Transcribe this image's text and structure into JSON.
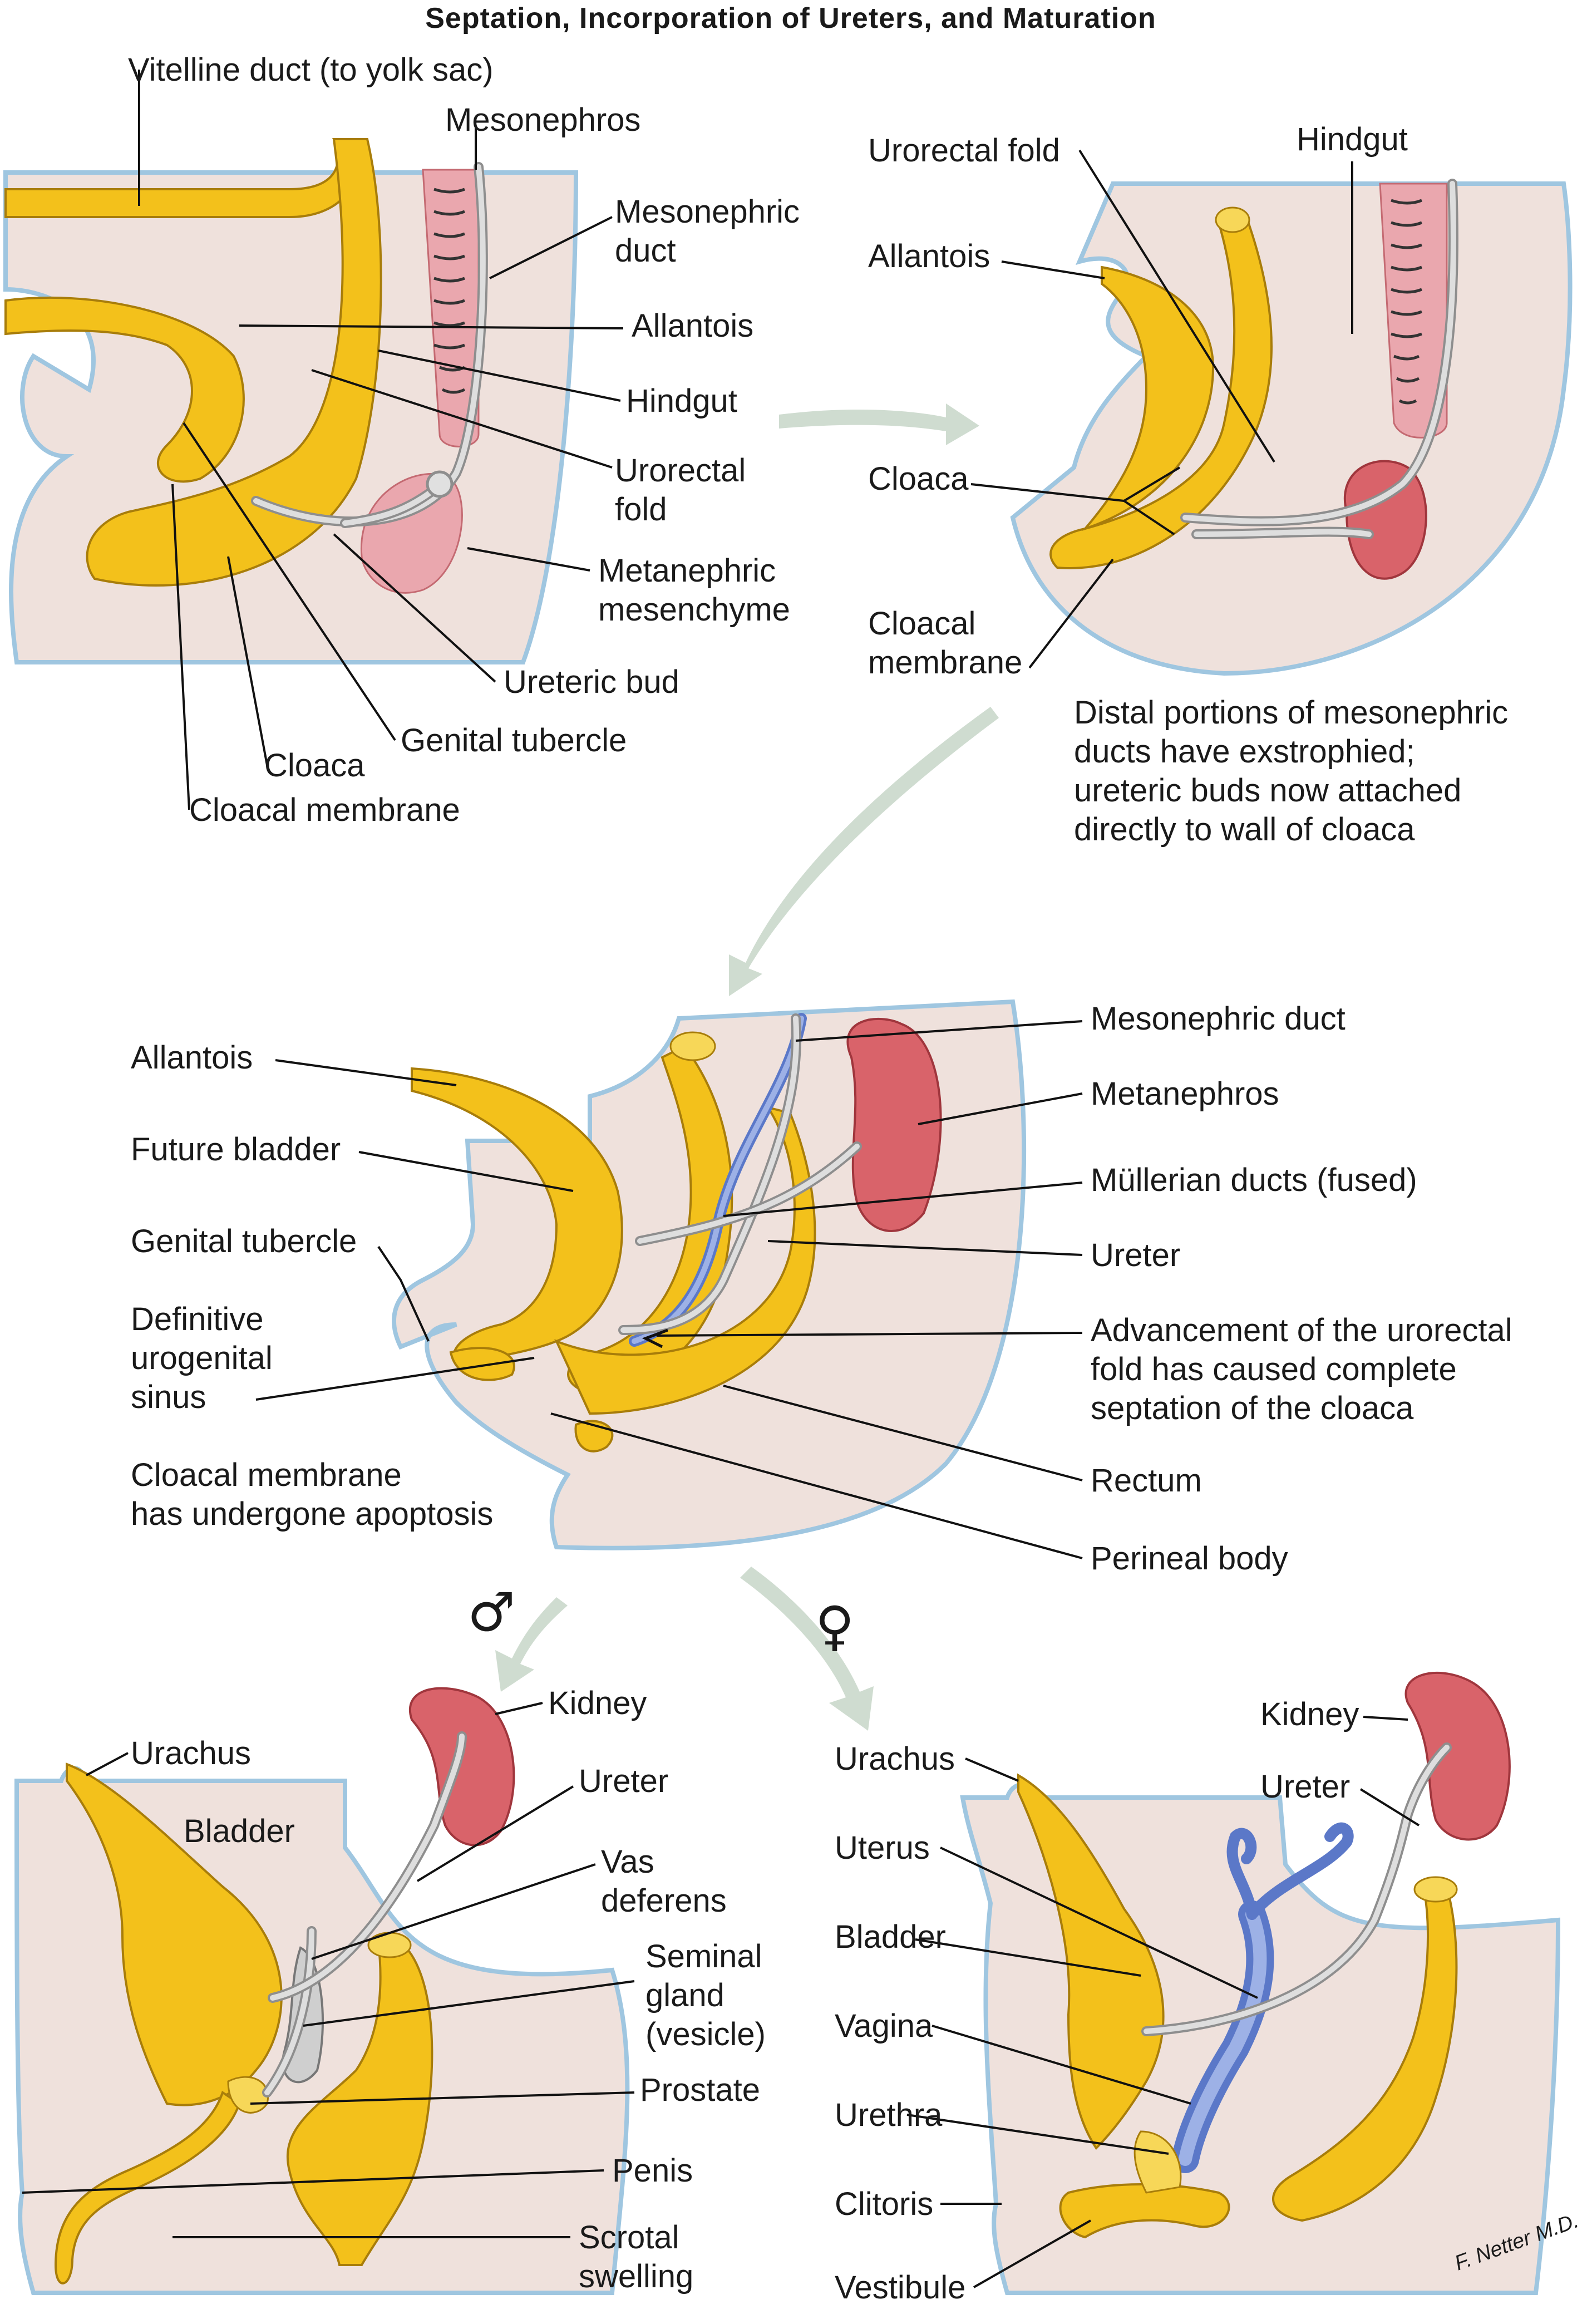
{
  "title": "Septation, Incorporation of Ureters, and Maturation",
  "panel_top_left": {
    "labels": {
      "vitelline_duct": "Vitelline duct (to yolk sac)",
      "mesonephros": "Mesonephros",
      "mesonephric_duct_1": "Mesonephric",
      "mesonephric_duct_2": "duct",
      "allantois": "Allantois",
      "hindgut": "Hindgut",
      "urorectal_fold_1": "Urorectal",
      "urorectal_fold_2": "fold",
      "metanephric_mesenchyme_1": "Metanephric",
      "metanephric_mesenchyme_2": "mesenchyme",
      "ureteric_bud": "Ureteric bud",
      "genital_tubercle": "Genital tubercle",
      "cloaca": "Cloaca",
      "cloacal_membrane": "Cloacal membrane"
    }
  },
  "panel_top_right": {
    "labels": {
      "urorectal_fold": "Urorectal fold",
      "hindgut": "Hindgut",
      "allantois": "Allantois",
      "cloaca": "Cloaca",
      "cloacal_membrane_1": "Cloacal",
      "cloacal_membrane_2": "membrane"
    },
    "note": [
      "Distal portions of mesonephric",
      "ducts have exstrophied;",
      "ureteric buds now attached",
      "directly to wall of cloaca"
    ]
  },
  "panel_middle": {
    "labels": {
      "allantois": "Allantois",
      "future_bladder": "Future bladder",
      "genital_tubercle": "Genital tubercle",
      "definitive_urogenital_sinus_1": "Definitive",
      "definitive_urogenital_sinus_2": "urogenital",
      "definitive_urogenital_sinus_3": "sinus",
      "cloacal_membrane_note_1": "Cloacal membrane",
      "cloacal_membrane_note_2": "has undergone apoptosis",
      "mesonephric_duct": "Mesonephric duct",
      "metanephros": "Metanephros",
      "mullerian_ducts": "Müllerian ducts (fused)",
      "ureter": "Ureter",
      "advancement_1": "Advancement of the urorectal",
      "advancement_2": "fold has caused complete",
      "advancement_3": "septation of the cloaca",
      "rectum": "Rectum",
      "perineal_body": "Perineal body"
    }
  },
  "symbols": {
    "male": "♂",
    "female": "♀"
  },
  "panel_bottom_male": {
    "labels": {
      "urachus": "Urachus",
      "kidney": "Kidney",
      "bladder": "Bladder",
      "ureter": "Ureter",
      "vas_deferens_1": "Vas",
      "vas_deferens_2": "deferens",
      "seminal_gland_1": "Seminal",
      "seminal_gland_2": "gland",
      "seminal_gland_3": "(vesicle)",
      "prostate": "Prostate",
      "penis": "Penis",
      "scrotal_swelling_1": "Scrotal",
      "scrotal_swelling_2": "swelling"
    }
  },
  "panel_bottom_female": {
    "labels": {
      "kidney": "Kidney",
      "urachus": "Urachus",
      "ureter": "Ureter",
      "uterus": "Uterus",
      "bladder": "Bladder",
      "vagina": "Vagina",
      "urethra": "Urethra",
      "clitoris": "Clitoris",
      "vestibule": "Vestibule"
    }
  },
  "signature": "F. Netter M.D.",
  "colors": {
    "tissue": "#efe1dc",
    "tissue_edge": "#9fc6e0",
    "gut_yellow": "#f3c11b",
    "duct_gray": "#8e8e8e",
    "mullerian_blue": "#5b78c8",
    "kidney_red": "#d9636a",
    "arrow_green": "#cfdcd0"
  }
}
